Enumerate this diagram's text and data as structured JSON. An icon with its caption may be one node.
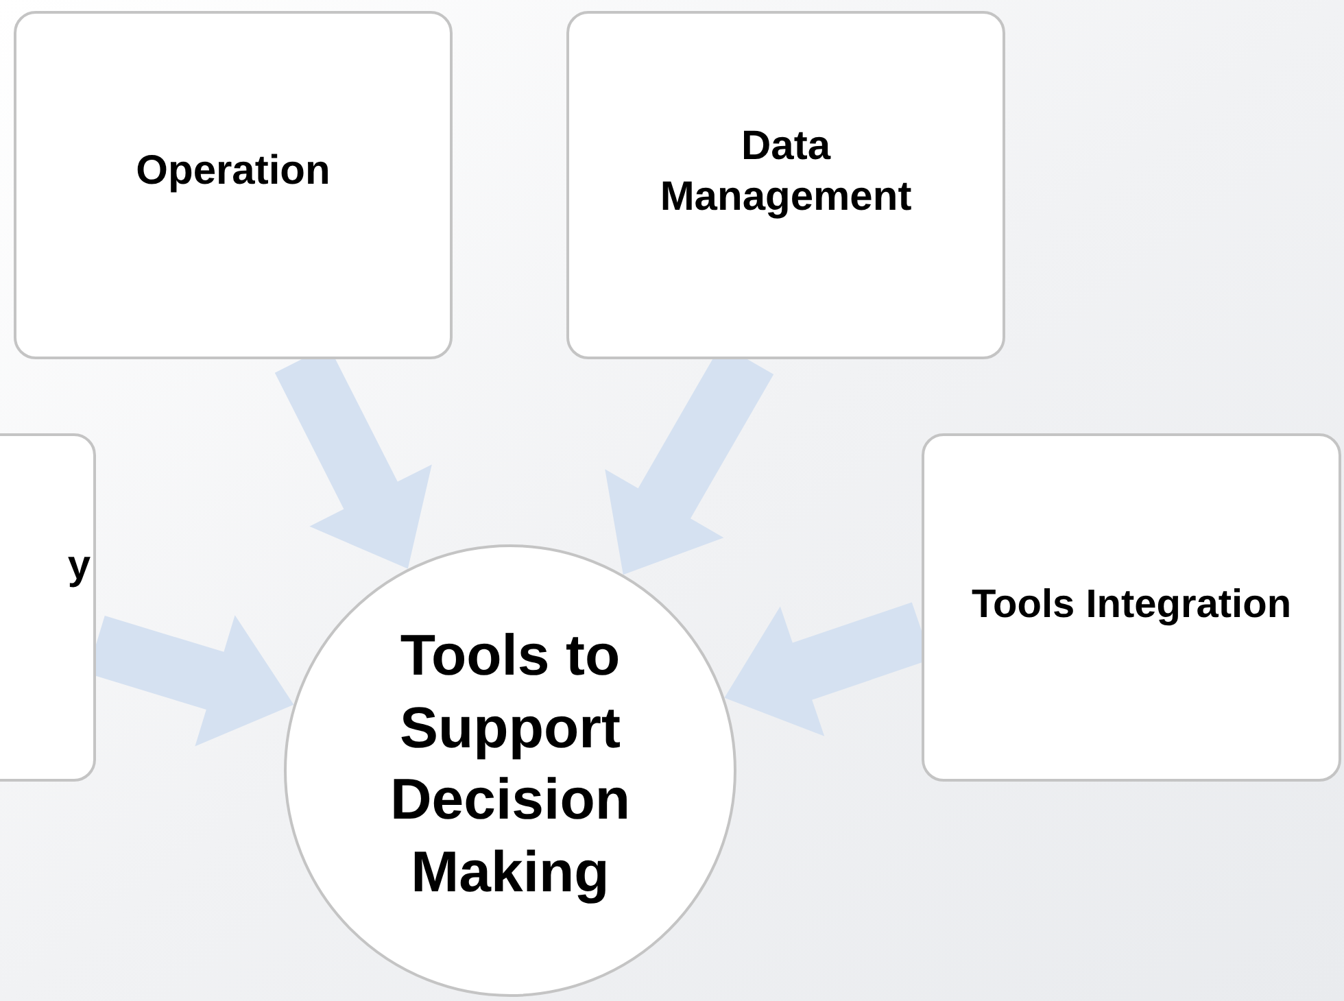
{
  "diagram": {
    "nodes": [
      {
        "text": [
          "Operation"
        ]
      },
      {
        "text": [
          "Data Management"
        ]
      },
      {
        "text": [
          "y"
        ]
      },
      {
        "text": [
          "Tools Integration"
        ]
      },
      {
        "text": [
          "Tools to Support Decision Making"
        ]
      }
    ],
    "edges": [
      {
        "from": 0,
        "to": 4,
        "arrow": "to"
      },
      {
        "from": 1,
        "to": 4,
        "arrow": "to"
      },
      {
        "from": 2,
        "to": 4,
        "arrow": "to"
      },
      {
        "from": 3,
        "to": 4,
        "arrow": "to"
      }
    ]
  }
}
